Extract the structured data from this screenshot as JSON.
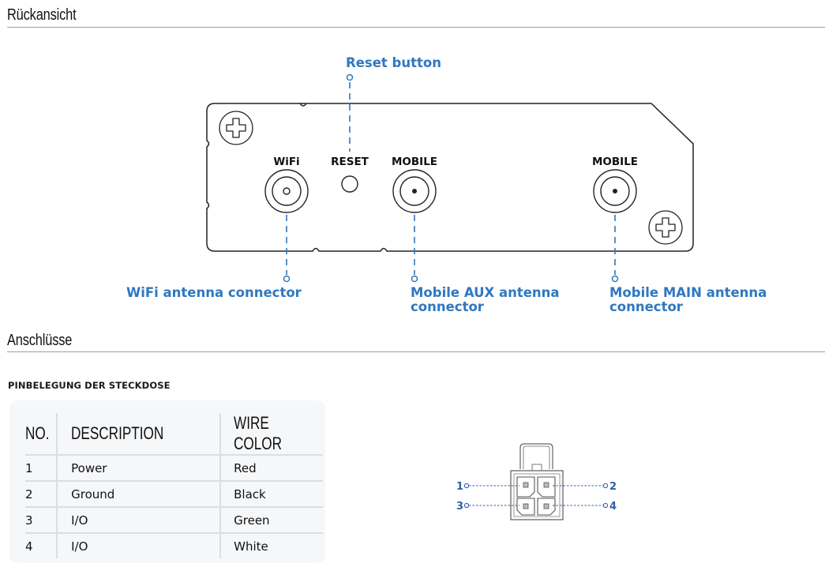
{
  "sections": {
    "rear_view_title": "Rückansicht",
    "connectors_title": "Anschlüsse"
  },
  "rear_panel": {
    "callouts": {
      "reset": "Reset button",
      "wifi": "WiFi antenna connector",
      "aux_line1": "Mobile AUX antenna",
      "aux_line2": "connector",
      "main_line1": "Mobile MAIN antenna",
      "main_line2": "connector"
    },
    "port_labels": {
      "wifi": "WiFi",
      "reset": "RESET",
      "mobile_aux": "MOBILE",
      "mobile_main": "MOBILE"
    },
    "accent_color": "#2f78c0"
  },
  "pinout": {
    "title": "PINBELEGUNG DER STECKDOSE",
    "columns": [
      "NO.",
      "DESCRIPTION",
      "WIRE COLOR"
    ],
    "rows": [
      {
        "no": "1",
        "description": "Power",
        "wire_color": "Red"
      },
      {
        "no": "2",
        "description": "Ground",
        "wire_color": "Black"
      },
      {
        "no": "3",
        "description": "I/O",
        "wire_color": "Green"
      },
      {
        "no": "4",
        "description": "I/O",
        "wire_color": "White"
      }
    ],
    "pin_labels": [
      "1",
      "2",
      "3",
      "4"
    ]
  }
}
